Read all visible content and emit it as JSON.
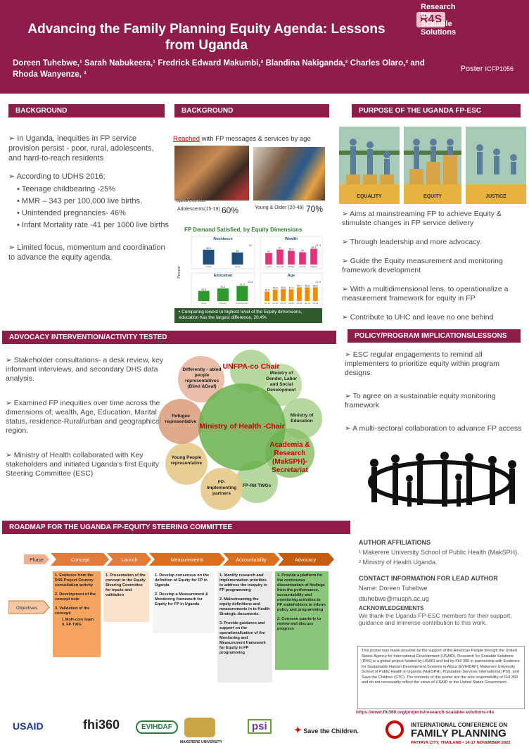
{
  "header": {
    "title": "Advancing the Family Planning Equity Agenda: Lessons from Uganda",
    "authors": "Doreen Tuhebwe,¹ Sarah Nabukeera,¹ Fredrick Edward Makumbi,² Blandina Nakiganda,² Charles Olaro,² and Rhoda Wanyenze, ¹",
    "poster_label": "Poster",
    "poster_id": "ICFP1056",
    "logo_box": "R4S",
    "logo_text_1": "Research for",
    "logo_text_2": "Scalable Solutions"
  },
  "background1": {
    "heading": "BACKGROUND",
    "p1": "➢ In Uganda, inequities in FP service provision persist - poor, rural, adolescents, and hard-to-reach residents",
    "p2": "➢ According to UDHS 2016;",
    "bullets": [
      "• Teenage childbearing -25%",
      "• MMR – 343 per 100,000 live births.",
      "• Unintended pregnancies- 46%",
      "• Infant Mortality rate -41 per 1000 live births"
    ],
    "p3": "➢ Limited focus, momentum and coordination to advance the equity agenda."
  },
  "background2": {
    "heading": "BACKGROUND",
    "reached_word": "Reached",
    "reached_rest": " with FP messages & services by age",
    "photo_left_label": "Adolescents(15-19)",
    "photo_left_value": "60%",
    "photo_right_label": "Young & Older (20-49)",
    "photo_right_value": "70%",
    "source": "Uganda DHS 2016",
    "chart_title": "FP Demand Satisfied, by Equity Dimensions",
    "note": "• Comparing lowest to highest level of the Equity dimensions, education has the largest difference, 20.4%"
  },
  "chart_data": {
    "type": "bar",
    "title": "FP Demand Satisfied, by Equity Dimensions",
    "ylabel": "Percent",
    "panels": [
      {
        "name": "Residence",
        "categories": [
          "Urban",
          "Rural"
        ],
        "values": [
          60.5,
          49.0
        ],
        "gap": 11
      },
      {
        "name": "Wealth",
        "categories": [
          "Lowest",
          "Second",
          "Middle",
          "Fourth",
          "Highest"
        ],
        "values": [
          47,
          61.0,
          55.5,
          50.0,
          64.4
        ],
        "gap": 17.4
      },
      {
        "name": "Education",
        "categories": [
          "None",
          "Primary",
          "Post-Primary"
        ],
        "values": [
          41.6,
          51.4,
          61.9
        ],
        "gap": 20.4
      },
      {
        "name": "Age",
        "categories": [
          "15-19",
          "20-24",
          "25-29",
          "30-34",
          "35-39",
          "40-44",
          "45-49"
        ],
        "values": [
          38.5,
          46.6,
          48.6,
          47.8,
          55.7,
          55.6,
          55.9
        ],
        "gap": 17.4
      }
    ]
  },
  "purpose": {
    "heading": "PURPOSE OF THE UGANDA FP-ESC",
    "labels": [
      "EQUALITY",
      "EQUITY",
      "JUSTICE"
    ],
    "items": [
      "➢ Aims at mainstreaming FP to achieve Equity & stimulate changes in FP service delivery",
      "➢ Through leadership and more advocacy.",
      "➢ Guide the Equity measurement and monitoring framework development",
      "➢ With a multidimensional lens, to operationalize a measurement framework for equity in FP",
      "➢ Contribute to UHC and leave no one behind"
    ]
  },
  "advocacy": {
    "heading": "ADVOCACY INTERVENTION/ACTIVITY TESTED",
    "items": [
      "➢ Stakeholder consultations- a desk review, key informant interviews, and secondary DHS data analysis.",
      "➢ Examined FP inequities over time across the dimensions of;  wealth, Age, Education, Marital status, residence-Rural/urban and geographical region.",
      "➢  Ministry of Health collaborated with Key stakeholders and initiated Uganda's first Equity Steering Committee (ESC)"
    ],
    "center": "Ministry of Health -Chair",
    "petals": [
      "UNFPA-co Chair",
      "Ministry of Gender, Labor and Social Development",
      "Ministry of Education",
      "Academia & Research (MakSPH)-Secretariat",
      "FP-RH TWGs",
      "FP-Implementing partners",
      "Young People representative",
      "Refugee representative",
      "Differently - abled people representatives (Blind &Deaf)"
    ]
  },
  "policy": {
    "heading": "POLICY/PROGRAM IMPLICATIONS/LESSONS",
    "items": [
      "➢ ESC regular engagements to remind all implementers to prioritize equity within program designs.",
      "➢ To agree on  a sustainable equity monitoring framework",
      "➢ A multi-sectoral collaboration to advance FP access"
    ]
  },
  "roadmap": {
    "heading": "ROADMAP FOR THE UGANDA FP-EQUITY STEERING COMMITTEE",
    "phase_label": "Phase",
    "phases": [
      "Concept",
      "Launch",
      "Measurements",
      "Accountability",
      "Advocacy"
    ],
    "objectives_label": "Objectives",
    "col1": [
      "1.  Evidence from the R4S-Project Country consultation activity",
      "2.  Development of the concept note",
      "3.  Validation of the concept:",
      "i.  MoH-core team",
      "ii.  FP TWG"
    ],
    "col2": [
      "1.  Presentation of the concept to the Equity Steering Committee for inputs and validation"
    ],
    "col3": [
      "1.  Develop consensus on the definition of Equity for FP in Uganda",
      "2.  Develop a Measurement & Monitoring framework for Equity for FP in Uganda"
    ],
    "col4": [
      "1. Identify research and implementation priorities to address the inequity in FP programming",
      "2. Mainstreaming the equity definitions and measurements in to Health Strategic documents.",
      "3. Provide guidance and support on the operationalization  of the Monitoring and Measurement framework for Equity in FP programming"
    ],
    "col5": [
      "1.  Provide a platform for the continuous dissemination of findings from the performance, accountability and monitoring activities to FP stakeholders to inform policy and programming",
      "2.  Convene quarterly to review and discuss progress"
    ]
  },
  "affiliations": {
    "heading": "AUTHOR AFFILIATIONS",
    "a1": "¹ Makerere University School of Public Health (MakSPH).",
    "a2": "² Ministry of Health Uganda.",
    "contact_heading": "CONTACT INFORMATION FOR LEAD AUTHOR",
    "name": "Name: Doreen Tuhebwe",
    "email": "dtuhebwe@musph.ac.ug",
    "ack_heading": "ACKNOWLEDGEMENTS",
    "ack": "We thank the Uganda FP-ESC members for their support, guidance and immense contribution to this work.",
    "disclaimer": "This poster was made possible by the support of the American People through the United States Agency for International Development (USAID). Research for Scalable Solutions (R4S) is a global project funded by USAID and led by FHI 360 in partnership with Evidence for Sustainable Human Development Systems in Africa (EVIHDAF), Makerere University School of Public Health in Uganda (MakSPH), Population Services International (PSI), and Save the Children (STC). The contents of this poster are the sole responsibility of FHI 360 and do not necessarily reflect the views of USAID or the United States Government.",
    "url": "https://www.fhi360.org/projects/research-scalable-solutions-r4s"
  },
  "footer": {
    "usaid": "USAID",
    "fhi": "fhi360",
    "evihdaf": "EVIHDAF",
    "mak": "MAKERERE UNIVERSITY",
    "psi": "psi",
    "stc": "Save the Children.",
    "conf1": "INTERNATIONAL CONFERENCE ON",
    "conf2": "FAMILY PLANNING",
    "conf3": "PATTAYA CITY, THAILAND • 14-17 NOVEMBER 2022"
  },
  "colors": {
    "primary": "#8f1d4a",
    "green": "#5aaa3a"
  }
}
